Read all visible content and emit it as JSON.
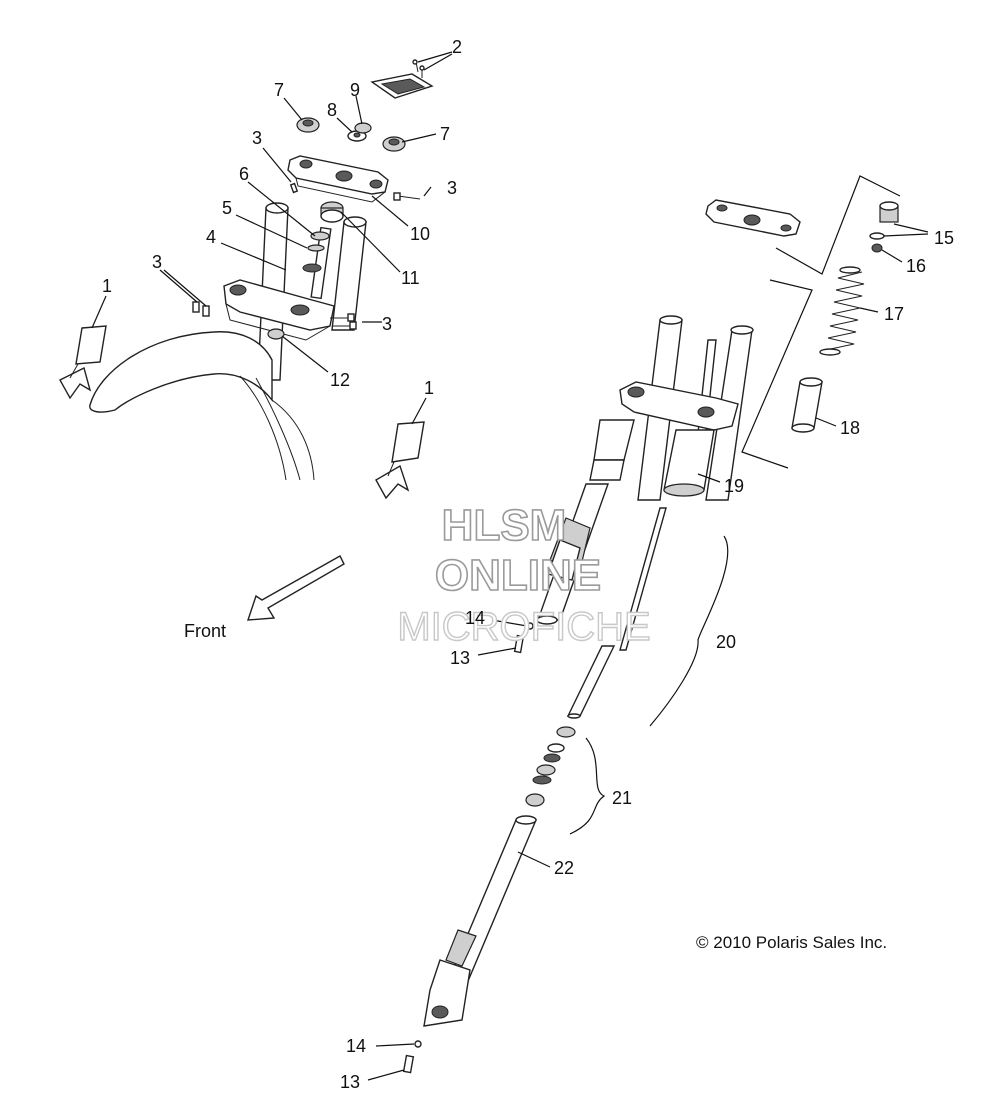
{
  "callouts": [
    {
      "id": "c2",
      "text": "2"
    },
    {
      "id": "c7a",
      "text": "7"
    },
    {
      "id": "c9",
      "text": "9"
    },
    {
      "id": "c8",
      "text": "8"
    },
    {
      "id": "c7b",
      "text": "7"
    },
    {
      "id": "c3a",
      "text": "3"
    },
    {
      "id": "c3b",
      "text": "3"
    },
    {
      "id": "c6",
      "text": "6"
    },
    {
      "id": "c10",
      "text": "10"
    },
    {
      "id": "c5",
      "text": "5"
    },
    {
      "id": "c4",
      "text": "4"
    },
    {
      "id": "c11",
      "text": "11"
    },
    {
      "id": "c3c",
      "text": "3"
    },
    {
      "id": "c1a",
      "text": "1"
    },
    {
      "id": "c3d",
      "text": "3"
    },
    {
      "id": "c12",
      "text": "12"
    },
    {
      "id": "c1b",
      "text": "1"
    },
    {
      "id": "c15",
      "text": "15"
    },
    {
      "id": "c16",
      "text": "16"
    },
    {
      "id": "c17",
      "text": "17"
    },
    {
      "id": "c18",
      "text": "18"
    },
    {
      "id": "c19",
      "text": "19"
    },
    {
      "id": "c14a",
      "text": "14"
    },
    {
      "id": "c13a",
      "text": "13"
    },
    {
      "id": "c20",
      "text": "20"
    },
    {
      "id": "c21",
      "text": "21"
    },
    {
      "id": "c22",
      "text": "22"
    },
    {
      "id": "c14b",
      "text": "14"
    },
    {
      "id": "c13b",
      "text": "13"
    }
  ],
  "direction_label": "Front",
  "copyright": "© 2010 Polaris Sales Inc.",
  "watermark": {
    "line1": "HLSM",
    "line2": "ONLINE",
    "line3": "MICROFICHE"
  }
}
